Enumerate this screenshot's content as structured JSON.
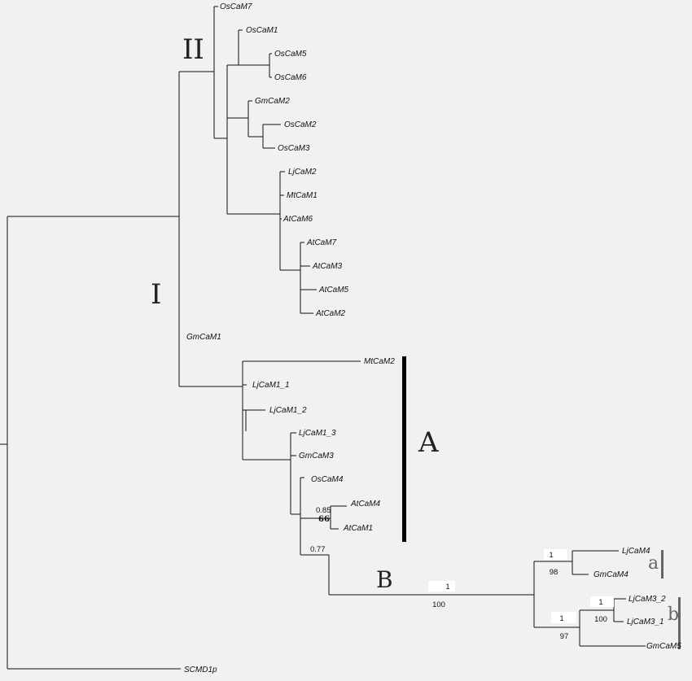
{
  "tree": {
    "taxa": {
      "OsCaM7": "OsCaM7",
      "OsCaM1": "OsCaM1",
      "OsCaM5": "OsCaM5",
      "OsCaM6": "OsCaM6",
      "GmCaM2": "GmCaM2",
      "OsCaM2": "OsCaM2",
      "OsCaM3": "OsCaM3",
      "LjCaM2": "LjCaM2",
      "MtCaM1": "MtCaM1",
      "AtCaM6": "AtCaM6",
      "AtCaM7": "AtCaM7",
      "AtCaM3": "AtCaM3",
      "AtCaM5": "AtCaM5",
      "AtCaM2": "AtCaM2",
      "GmCaM1": "GmCaM1",
      "MtCaM2": "MtCaM2",
      "LjCaM1_1": "LjCaM1_1",
      "LjCaM1_2": "LjCaM1_2",
      "LjCaM1_3": "LjCaM1_3",
      "GmCaM3": "GmCaM3",
      "OsCaM4": "OsCaM4",
      "AtCaM4": "AtCaM4",
      "AtCaM1": "AtCaM1",
      "LjCaM4": "LjCaM4",
      "GmCaM4": "GmCaM4",
      "LjCaM3_2": "LjCaM3_2",
      "LjCaM3_1": "LjCaM3_1",
      "GmCaM5": "GmCaM5",
      "SCMD1p": "SCMD1p"
    },
    "support": {
      "at_prob": "0.85",
      "at_boot": "66",
      "inner_prob": "0.77",
      "b_prob": "1",
      "b_boot": "100",
      "a_prob": "1",
      "a_boot": "98",
      "lj3_prob": "1",
      "lj3_boot": "100",
      "b2_prob": "1",
      "b2_boot": "97"
    },
    "clades": {
      "I": "I",
      "II": "II",
      "A": "A",
      "B": "B",
      "a": "a",
      "b": "b"
    }
  }
}
